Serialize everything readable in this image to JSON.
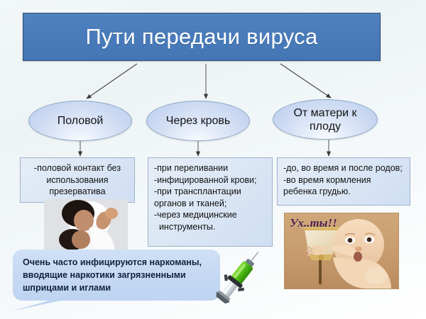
{
  "slide": {
    "title": "Пути передачи вируса",
    "background_color": "#f2f7f7",
    "banner_color": "#4a7cbc",
    "node_color": "#cfdcf3",
    "box_color": "#dde8f5",
    "bubble_color": "#c4d8f3"
  },
  "nodes": [
    {
      "id": "sexual",
      "label": "Половой"
    },
    {
      "id": "blood",
      "label": "Через  кровь"
    },
    {
      "id": "mother",
      "label": "От матери к\nплоду"
    }
  ],
  "boxes": [
    {
      "id": "sexual-detail",
      "align": "center",
      "lines": [
        "-половой контакт без",
        "использования",
        "презерватива"
      ]
    },
    {
      "id": "blood-detail",
      "align": "left",
      "lines": [
        "-при переливании",
        "-инфицированной крови;",
        "-при трансплантации",
        "органов и тканей;",
        "-через медицинские",
        "  инструменты."
      ]
    },
    {
      "id": "mother-detail",
      "align": "left",
      "lines": [
        "-до, во время и после родов;",
        "-во время кормления",
        "ребенка грудью."
      ]
    }
  ],
  "bubble": {
    "id": "drug-users-note",
    "lines": [
      "Очень часто инфицируются наркоманы,",
      "вводящие наркотики загрязненными",
      "шприцами и иглами"
    ]
  },
  "images": {
    "couple_photo": "couple-embracing-photo",
    "baby_photo": "surprised-baby-photo",
    "baby_caption": "Ух..ты!!",
    "syringe": "green-syringe-illustration"
  },
  "connectors": {
    "count": 3,
    "style": "arrow",
    "color": "#3f3f3f"
  }
}
